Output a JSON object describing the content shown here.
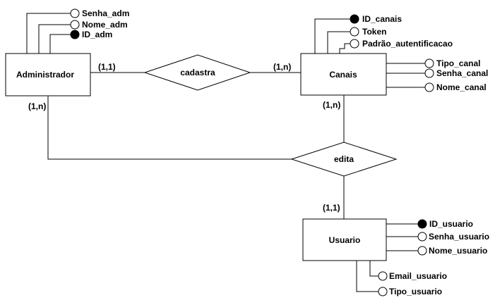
{
  "entities": {
    "administrador": "Administrador",
    "canais": "Canais",
    "usuario": "Usuario"
  },
  "relationships": {
    "cadastra": "cadastra",
    "edita": "edita"
  },
  "cardinalities": {
    "cadastra_administrador": "(1,1)",
    "cadastra_canais": "(1,n)",
    "edita_administrador": "(1,n)",
    "edita_canais": "(1,n)",
    "edita_usuario": "(1,1)"
  },
  "attributes": {
    "administrador": [
      {
        "label": "Senha_adm",
        "key": false
      },
      {
        "label": "Nome_adm",
        "key": false
      },
      {
        "label": "ID_adm",
        "key": true
      }
    ],
    "canais": [
      {
        "label": "ID_canais",
        "key": true
      },
      {
        "label": "Token",
        "key": false
      },
      {
        "label": "Padrão_autentificacao",
        "key": false
      },
      {
        "label": "Tipo_canal",
        "key": false
      },
      {
        "label": "Senha_canal",
        "key": false
      },
      {
        "label": "Nome_canal",
        "key": false
      }
    ],
    "usuario": [
      {
        "label": "ID_usuario",
        "key": true
      },
      {
        "label": "Senha_usuario",
        "key": false
      },
      {
        "label": "Nome_usuario",
        "key": false
      },
      {
        "label": "Email_usuario",
        "key": false
      },
      {
        "label": "Tipo_usuario",
        "key": false
      }
    ]
  },
  "colors": {
    "line": "#000000",
    "fill": "#ffffff",
    "key_fill": "#000000"
  }
}
